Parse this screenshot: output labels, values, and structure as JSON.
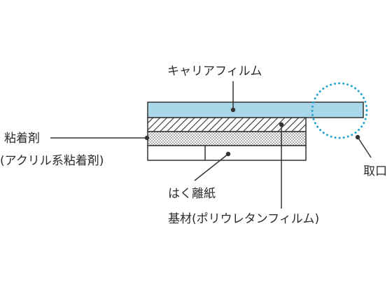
{
  "labels": {
    "carrier_film": "キャリアフィルム",
    "adhesive_line1": "粘着剤",
    "adhesive_line2": "(アクリル系粘着剤)",
    "release_paper": "はく離紙",
    "base_material": "基材(ポリウレタンフィルム)",
    "tab": "取口"
  },
  "colors": {
    "carrier_film_fill": "#a9d8ea",
    "tab_circle": "#27a3cf",
    "line": "#333333",
    "text": "#2b2b2b"
  },
  "icons": {
    "hatch": "diagonal-hatch-pattern",
    "dots": "dot-stipple-pattern"
  }
}
